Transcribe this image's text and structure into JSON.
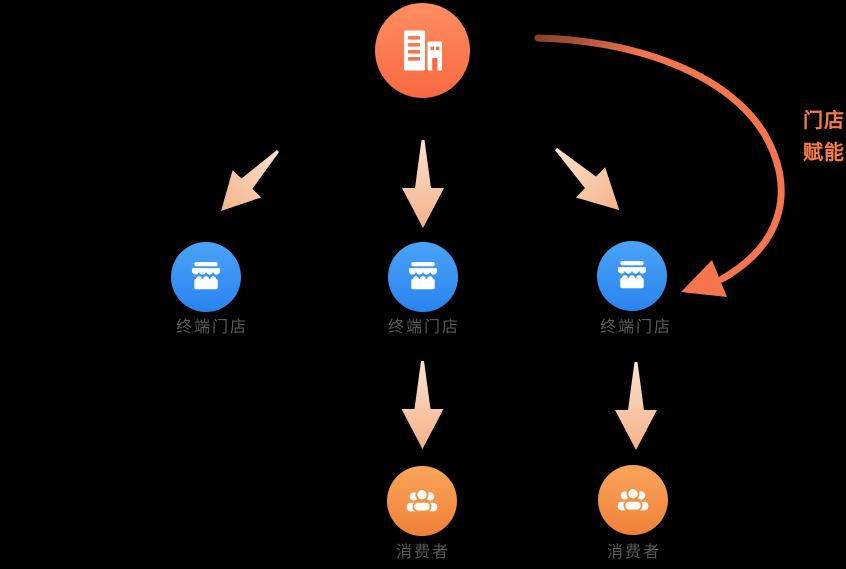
{
  "diagram": {
    "background": "#000000",
    "company_node": {
      "icon": "building-icon",
      "gradient_top": "#FF8D62",
      "gradient_bottom": "#F96940"
    },
    "store_nodes": [
      {
        "label": "终端门店",
        "icon": "storefront-icon"
      },
      {
        "label": "终端门店",
        "icon": "storefront-icon"
      },
      {
        "label": "终端门店",
        "icon": "storefront-icon"
      }
    ],
    "store_gradient_top": "#4AA3F7",
    "store_gradient_bottom": "#2A84EF",
    "consumer_nodes": [
      {
        "label": "消费者",
        "icon": "people-icon"
      },
      {
        "label": "消费者",
        "icon": "people-icon"
      }
    ],
    "consumer_gradient_top": "#FAA55B",
    "consumer_gradient_bottom": "#EF8137",
    "annotation": {
      "text": "门店赋能",
      "line1": "门店",
      "line2": "赋能",
      "color": "#FB7B44"
    },
    "label_color": "#595959",
    "straight_arrow_gradient_tail": "#FCE2CF",
    "straight_arrow_gradient_tip": "#F5B289",
    "curved_arrow_color": "#F5764E"
  }
}
